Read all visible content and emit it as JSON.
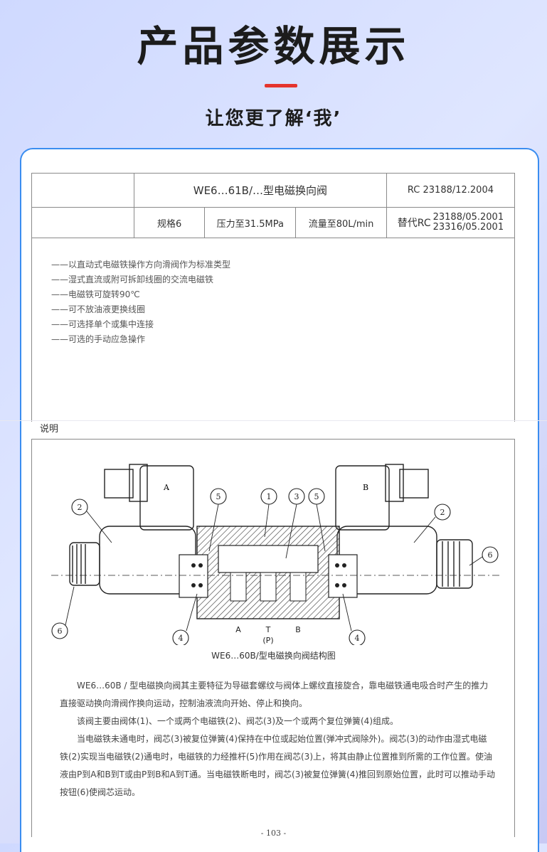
{
  "header": {
    "title": "产品参数展示",
    "subtitle": "让您更了解‘我’"
  },
  "spec_table": {
    "model": "WE6…61B/…型电磁换向阀",
    "rc_code": "RC 23188/12.2004",
    "size": "规格6",
    "pressure": "压力至31.5MPa",
    "flow": "流量至80L/min",
    "replace_label": "替代RC",
    "replace_1": "23188/05.2001",
    "replace_2": "23316/05.2001"
  },
  "features": [
    "——以直动式电磁铁操作方向滑阀作为标准类型",
    "——湿式直流或附可拆卸线圈的交流电磁铁",
    "——电磁铁可旋转90℃",
    "——可不放油液更换线圈",
    "——可选择单个或集中连接",
    "——可选的手动应急操作"
  ],
  "section_label": "说明",
  "diagram": {
    "solenoid_a": "A",
    "solenoid_b": "B",
    "port_labels": [
      "A",
      "T",
      "B"
    ],
    "port_p": "(P)",
    "callouts": [
      "1",
      "2",
      "2",
      "3",
      "4",
      "4",
      "5",
      "5",
      "6",
      "6"
    ],
    "caption": "WE6…60B/型电磁换向阀结构图"
  },
  "description": {
    "p1": "WE6…60B / 型电磁换向阀其主要特征为导磁套螺纹与阀体上螺纹直接旋合，靠电磁铁通电吸合时产生的推力直接驱动换向滑阀作换向运动，控制油液流向开始、停止和换向。",
    "p2": "该阀主要由阀体(1)、一个或两个电磁铁(2)、阀芯(3)及一个或两个复位弹簧(4)组成。",
    "p3": "当电磁铁未通电时，阀芯(3)被复位弹簧(4)保持在中位或起始位置(弹冲式阀除外)。阀芯(3)的动作由湿式电磁铁(2)实现当电磁铁(2)通电时，电磁铁的力经推杆(5)作用在阀芯(3)上，将其由静止位置推到所需的工作位置。使油液由P到A和B到T或由P到B和A到T通。当电磁铁断电时，阀芯(3)被复位弹簧(4)推回到原始位置，此时可以推动手动按钮(6)使阀芯运动。"
  },
  "page_number": "- 103 -",
  "colors": {
    "accent_bar": "#e5342d",
    "card_border": "#3a8df0"
  }
}
